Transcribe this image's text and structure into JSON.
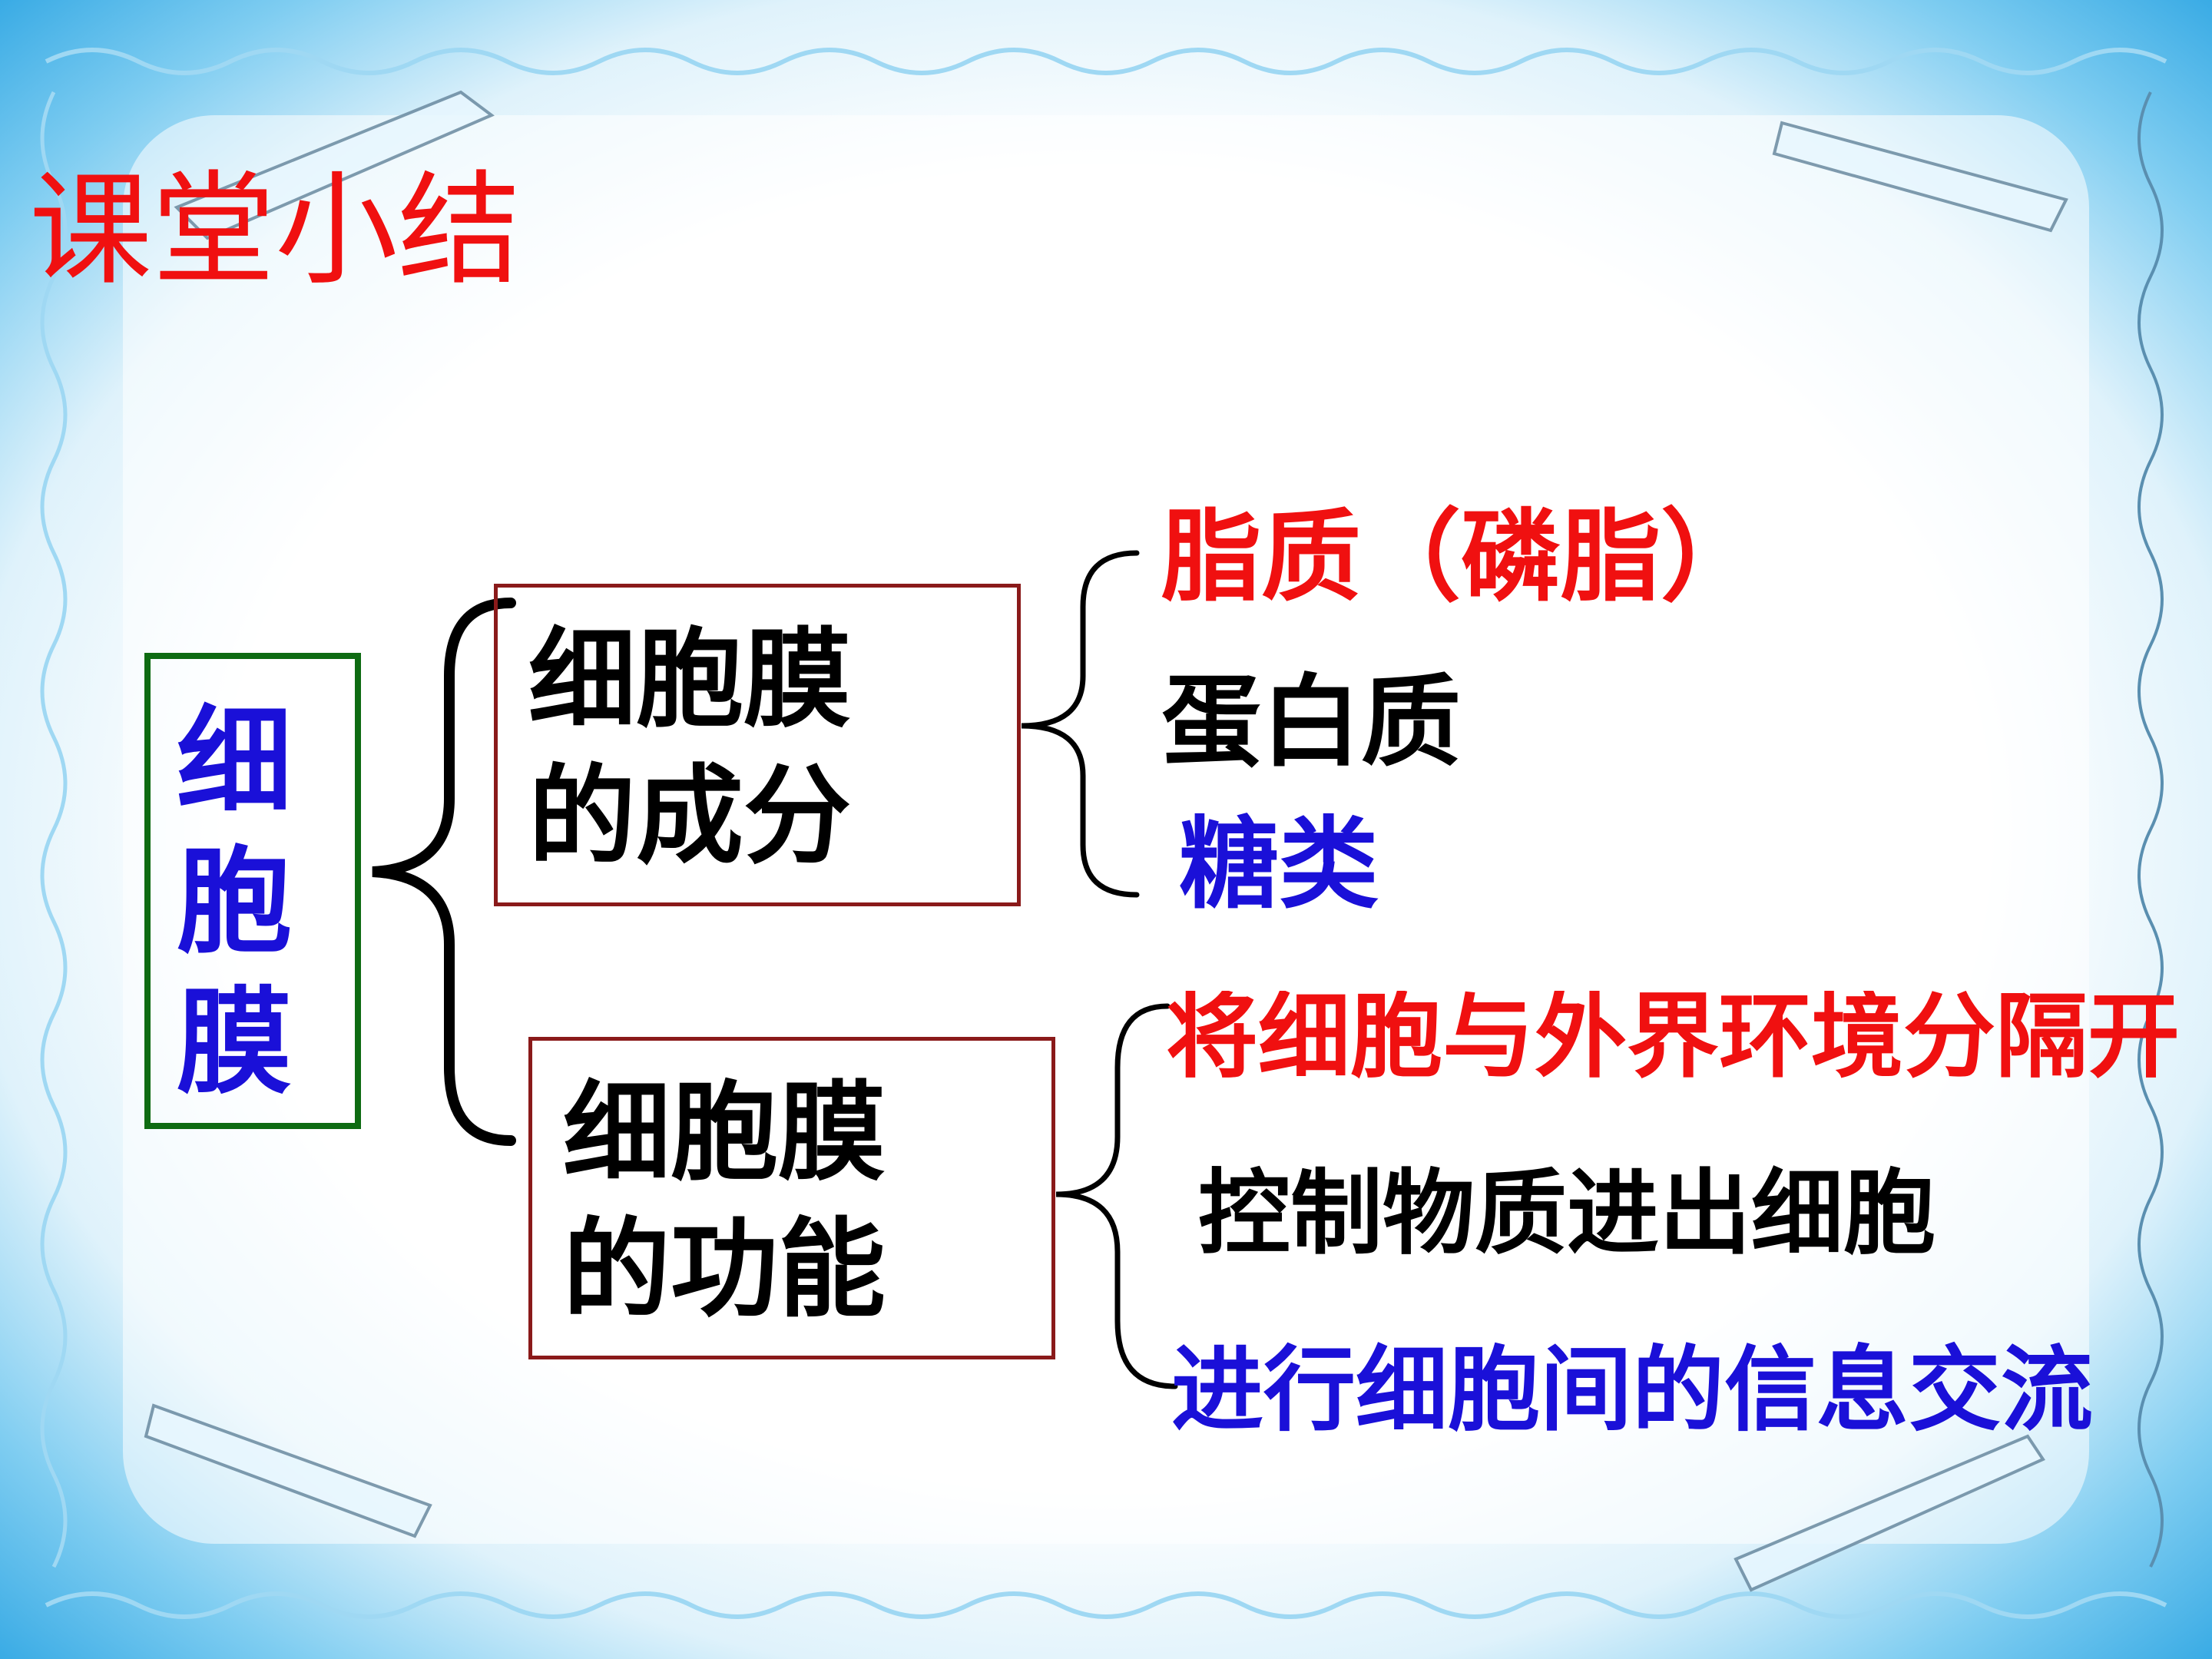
{
  "title": "课堂小结",
  "root": {
    "chars": [
      "细",
      "胞",
      "膜"
    ]
  },
  "composition": {
    "heading_line1": "细胞膜",
    "heading_line2": "的成分",
    "items": [
      "脂质（磷脂）",
      "蛋白质",
      "糖类"
    ]
  },
  "function": {
    "heading_line1": "细胞膜",
    "heading_line2": "的功能",
    "items": [
      "将细胞与外界环境分隔开",
      "控制物质进出细胞",
      "进行细胞间的信息交流"
    ]
  },
  "colors": {
    "red": "#f01010",
    "blue": "#1a10d8",
    "black": "#000000",
    "green_border": "#0e6b12",
    "darkred_border": "#8a1a1a",
    "frame_blue": "#3fb2ea"
  }
}
